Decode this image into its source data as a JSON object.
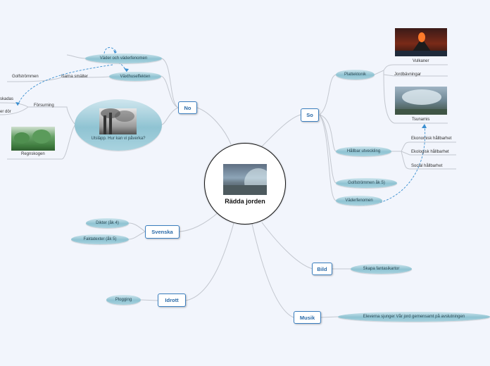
{
  "central": {
    "title": "Rädda jorden",
    "image": "tsunami-wave-photo"
  },
  "topics": {
    "no": "No",
    "so": "So",
    "svenska": "Svenska",
    "idrott": "Idrott",
    "bild": "Bild",
    "musik": "Musik"
  },
  "no_branch": {
    "vader": "Väder och väderfenomen",
    "vaxthus": "Växthuseffekten",
    "isarna": "Isarna smälter",
    "golf": "Golfströmmen",
    "utslapp": "Utsläpp. Hur kan vi påverka?",
    "forsurning": "Försurning",
    "skadas": "skadas",
    "dor": "er dör",
    "regnskogen": "Regnskogen"
  },
  "so_branch": {
    "platt": "Plattektonik",
    "vulkaner": "Vulkaner",
    "jordbav": "Jordbävningar",
    "tsunamis": "Tsunamis",
    "hallbar": "Hållbar utveckling",
    "ekonomisk": "Ekonomisk hållbarhet",
    "ekologisk": "Ekologisk hållbarhet",
    "social": "Social hållbarhet",
    "golfstrom": "Golfströmmen åk 5)",
    "vaderfen": "Väderfenomen"
  },
  "svenska_branch": {
    "dikter": "Dikter (åk 4)",
    "fakta": "Faktatexter (åk 5)"
  },
  "idrott_branch": {
    "plogging": "Plogging"
  },
  "bild_branch": {
    "fanta": "Skapa fantasikartor"
  },
  "musik_branch": {
    "sjunger": "Eleverna sjunger Vår jord gemensamt på avslutningen"
  },
  "colors": {
    "topic_border": "#3a7ebf",
    "subtopic_fill": "#8fc3d2",
    "line": "#c3c7cf",
    "dashed": "#3a8fd0"
  }
}
